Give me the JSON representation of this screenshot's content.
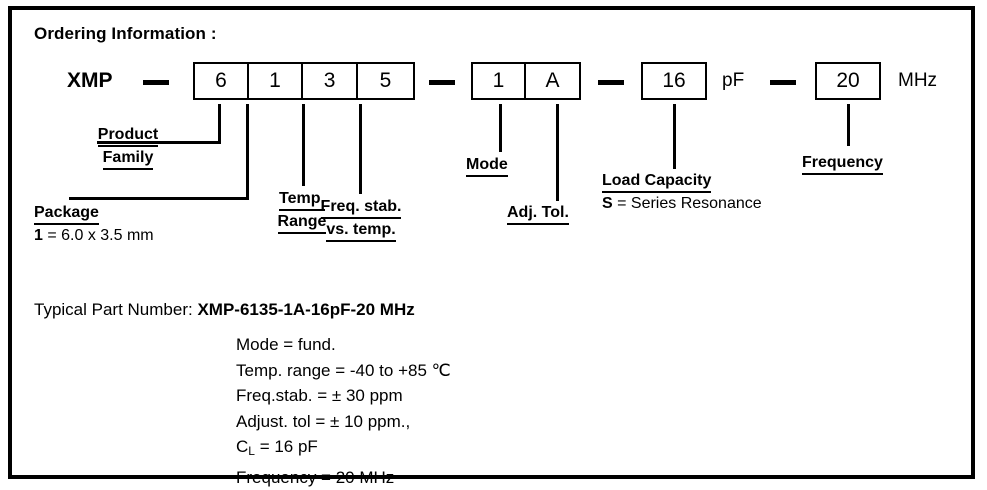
{
  "heading": "Ordering Information :",
  "part_number_row": {
    "prefix": "XMP",
    "separator": "—",
    "group1": [
      "6",
      "1",
      "3",
      "5"
    ],
    "group2": [
      "1",
      "A"
    ],
    "group3": [
      "16"
    ],
    "unit_pf": "pF",
    "group4": [
      "20"
    ],
    "unit_mhz": "MHz"
  },
  "callouts": {
    "product_family": {
      "line1": "Product",
      "line2": "Family"
    },
    "package": {
      "title": "Package",
      "detail_bold": "1",
      "detail_rest": " = 6.0 x 3.5 mm"
    },
    "temp_range": {
      "line1": "Temp.",
      "line2": "Range"
    },
    "freq_stab": {
      "line1": "Freq. stab.",
      "line2": "vs. temp."
    },
    "mode": {
      "title": "Mode"
    },
    "adj_tol": {
      "title": "Adj. Tol."
    },
    "load_capacity": {
      "title": "Load Capacity",
      "detail_bold": "S",
      "detail_rest": " = Series Resonance"
    },
    "frequency": {
      "title": "Frequency"
    }
  },
  "typical": {
    "label": "Typical Part Number: ",
    "part_number": "XMP-6135-1A-16pF-20 MHz"
  },
  "spec_list": [
    "Mode = fund.",
    "Temp. range = -40 to +85 ℃",
    "Freq.stab. = ± 30 ppm",
    "Adjust. tol = ± 10 ppm.,",
    "C_L = 16 pF",
    "Frequency = 20 MHz"
  ],
  "spec_cl": {
    "base": "C",
    "sub": "L",
    "rest": " = 16 pF"
  },
  "colors": {
    "frame": "#000000",
    "text": "#000000",
    "background": "#ffffff"
  }
}
